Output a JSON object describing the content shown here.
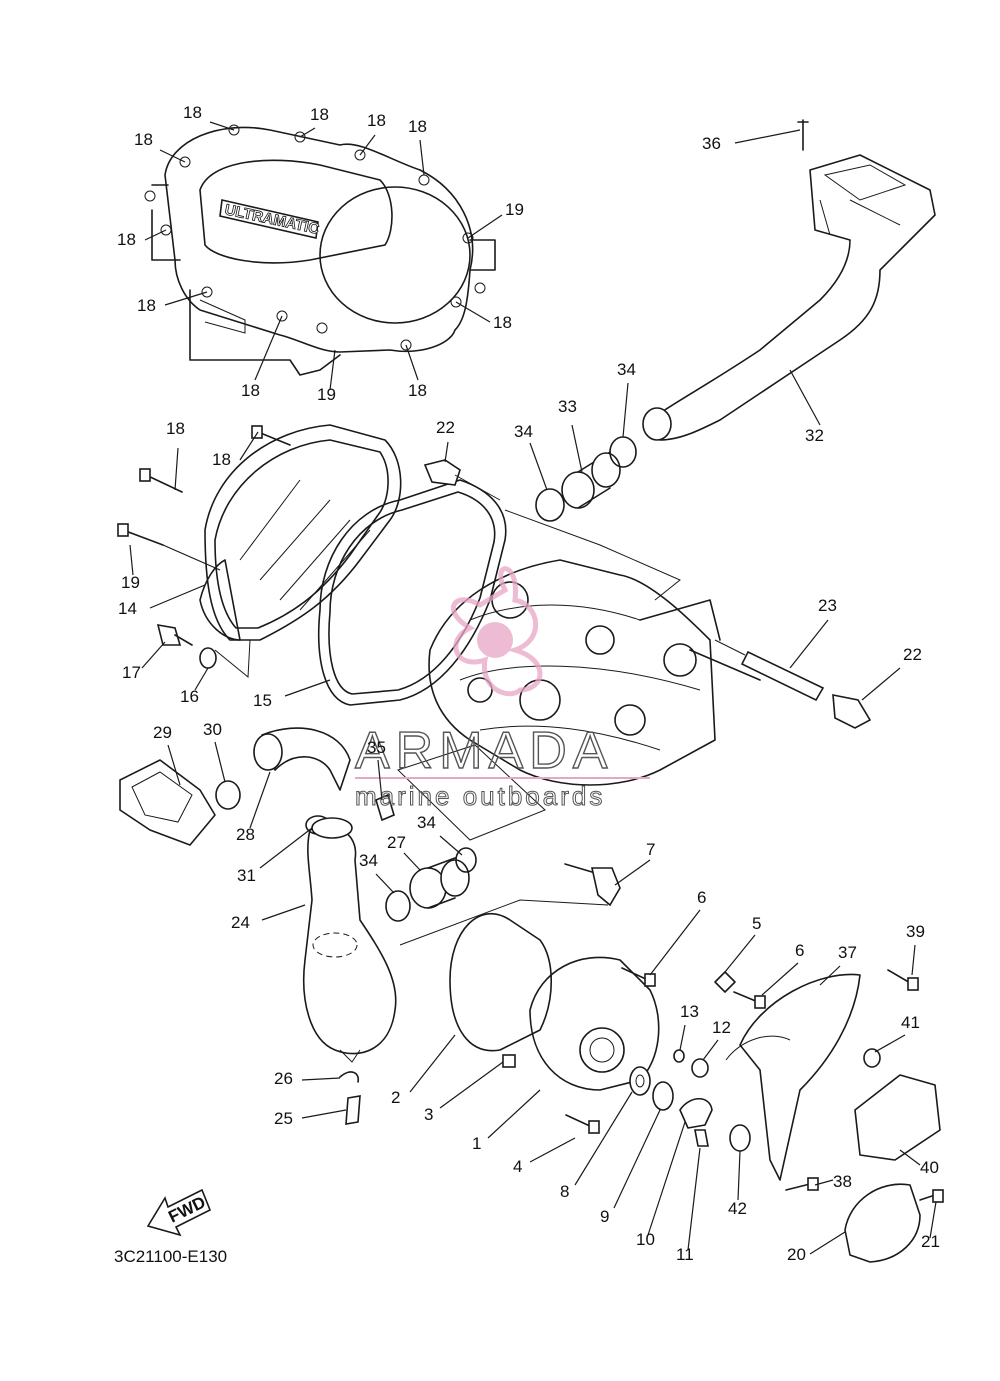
{
  "diagram": {
    "part_code": "3C21100-E130",
    "cover_badge": "ULTRAMATIC",
    "fwd_label": "FWD",
    "watermark": {
      "brand": "ARMADA",
      "tagline": "marine outboards",
      "accent_color": "#e8a6c6"
    },
    "callouts": [
      {
        "id": "c1",
        "label": "1"
      },
      {
        "id": "c2",
        "label": "2"
      },
      {
        "id": "c3",
        "label": "3"
      },
      {
        "id": "c4",
        "label": "4"
      },
      {
        "id": "c5",
        "label": "5"
      },
      {
        "id": "c6a",
        "label": "6"
      },
      {
        "id": "c6b",
        "label": "6"
      },
      {
        "id": "c7",
        "label": "7"
      },
      {
        "id": "c8",
        "label": "8"
      },
      {
        "id": "c9",
        "label": "9"
      },
      {
        "id": "c10",
        "label": "10"
      },
      {
        "id": "c11",
        "label": "11"
      },
      {
        "id": "c12",
        "label": "12"
      },
      {
        "id": "c13",
        "label": "13"
      },
      {
        "id": "c14",
        "label": "14"
      },
      {
        "id": "c15",
        "label": "15"
      },
      {
        "id": "c16",
        "label": "16"
      },
      {
        "id": "c17",
        "label": "17"
      },
      {
        "id": "c18a",
        "label": "18"
      },
      {
        "id": "c18b",
        "label": "18"
      },
      {
        "id": "c18c",
        "label": "18"
      },
      {
        "id": "c18d",
        "label": "18"
      },
      {
        "id": "c18e",
        "label": "18"
      },
      {
        "id": "c18f",
        "label": "18"
      },
      {
        "id": "c18g",
        "label": "18"
      },
      {
        "id": "c18h",
        "label": "18"
      },
      {
        "id": "c18i",
        "label": "18"
      },
      {
        "id": "c18j",
        "label": "18"
      },
      {
        "id": "c18k",
        "label": "18"
      },
      {
        "id": "c18l",
        "label": "18"
      },
      {
        "id": "c19a",
        "label": "19"
      },
      {
        "id": "c19b",
        "label": "19"
      },
      {
        "id": "c19c",
        "label": "19"
      },
      {
        "id": "c20",
        "label": "20"
      },
      {
        "id": "c21",
        "label": "21"
      },
      {
        "id": "c22a",
        "label": "22"
      },
      {
        "id": "c22b",
        "label": "22"
      },
      {
        "id": "c23",
        "label": "23"
      },
      {
        "id": "c24",
        "label": "24"
      },
      {
        "id": "c25",
        "label": "25"
      },
      {
        "id": "c26",
        "label": "26"
      },
      {
        "id": "c27",
        "label": "27"
      },
      {
        "id": "c28",
        "label": "28"
      },
      {
        "id": "c29",
        "label": "29"
      },
      {
        "id": "c30",
        "label": "30"
      },
      {
        "id": "c31",
        "label": "31"
      },
      {
        "id": "c32",
        "label": "32"
      },
      {
        "id": "c33",
        "label": "33"
      },
      {
        "id": "c34a",
        "label": "34"
      },
      {
        "id": "c34b",
        "label": "34"
      },
      {
        "id": "c34c",
        "label": "34"
      },
      {
        "id": "c34d",
        "label": "34"
      },
      {
        "id": "c35",
        "label": "35"
      },
      {
        "id": "c36",
        "label": "36"
      },
      {
        "id": "c37",
        "label": "37"
      },
      {
        "id": "c38",
        "label": "38"
      },
      {
        "id": "c39",
        "label": "39"
      },
      {
        "id": "c40",
        "label": "40"
      },
      {
        "id": "c41",
        "label": "41"
      },
      {
        "id": "c42",
        "label": "42"
      }
    ]
  }
}
